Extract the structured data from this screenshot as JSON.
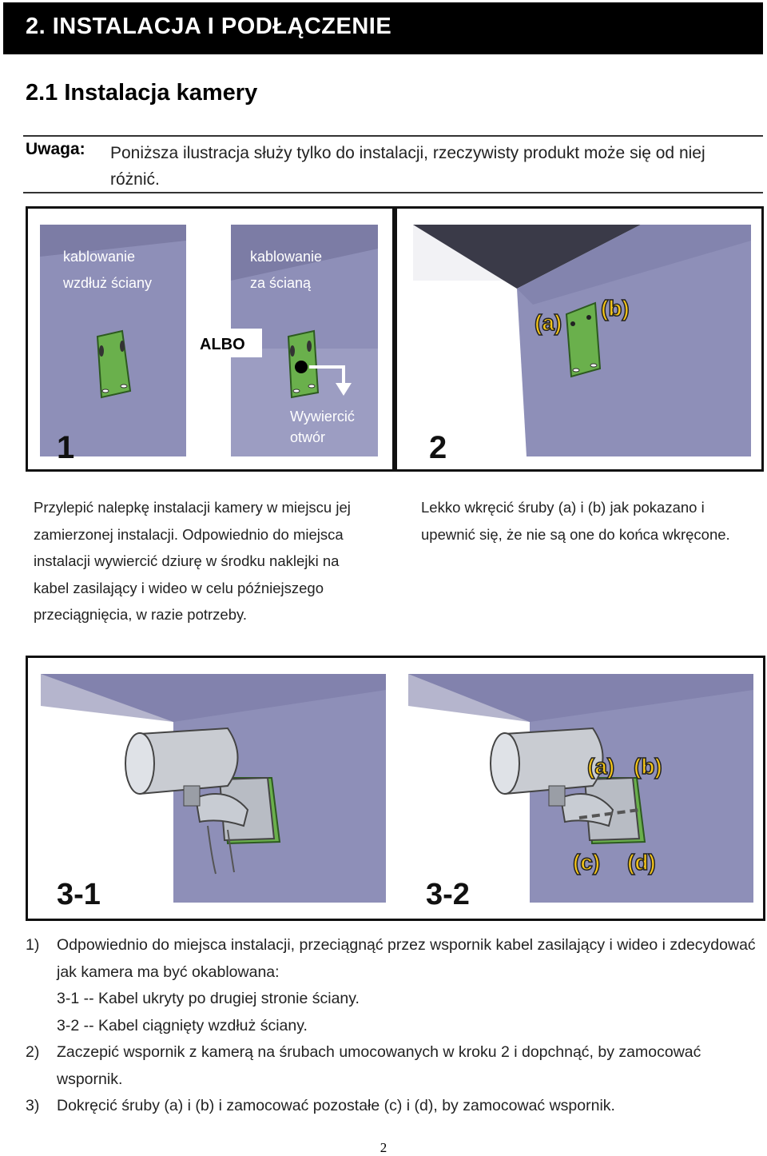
{
  "header": {
    "title": "2.  INSTALACJA  I  PODŁĄCZENIE"
  },
  "section": {
    "title": "2.1 Instalacja kamery"
  },
  "note": {
    "label": "Uwaga:",
    "line1": "Poniższa ilustracja służy tylko do instalacji, rzeczywisty produkt może się od niej",
    "line2": "różnić."
  },
  "figure1": {
    "left_label_1": "kablowanie",
    "left_label_2": "wzdłuż ściany",
    "mid_label_1": "kablowanie",
    "mid_label_2": "za ścianą",
    "or": "ALBO",
    "drill_1": "Wywiercić",
    "drill_2": "otwór",
    "step_left": "1",
    "step_right": "2",
    "screw_a": "(a)",
    "screw_b": "(b)"
  },
  "caption_left": [
    "Przylepić nalepkę instalacji kamery w miejscu jej",
    "zamierzonej instalacji. Odpowiednio do miejsca",
    "instalacji wywiercić dziurę w środku naklejki na",
    "kabel zasilający i wideo w celu późniejszego",
    "przeciągnięcia, w razie potrzeby."
  ],
  "caption_right": [
    "Lekko wkręcić śruby (a) i (b) jak pokazano i",
    "upewnić się, że nie są one do końca wkręcone."
  ],
  "figure2": {
    "step_left": "3-1",
    "step_right": "3-2",
    "a": "(a)",
    "b": "(b)",
    "c": "(c)",
    "d": "(d)"
  },
  "steps": [
    {
      "num": "1)",
      "text": "Odpowiednio do miejsca instalacji, przeciągnąć przez wspornik kabel zasilający i wideo i zdecydować"
    },
    {
      "num": "",
      "text": "jak kamera ma być okablowana:"
    },
    {
      "num": "",
      "text": "3-1 -- Kabel ukryty po drugiej stronie ściany."
    },
    {
      "num": "",
      "text": "3-2 -- Kabel ciągnięty wzdłuż ściany."
    },
    {
      "num": "2)",
      "text": "Zaczepić wspornik z kamerą na śrubach umocowanych w kroku 2 i dopchnąć, by zamocować"
    },
    {
      "num": "",
      "text": "wspornik."
    },
    {
      "num": "3)",
      "text": "Dokręcić śruby (a) i (b) i zamocować pozostałe (c) i (d), by zamocować wspornik."
    }
  ],
  "page_number": "2",
  "colors": {
    "wall": "#8e8fb8",
    "wall_light": "#a9aacb",
    "ceiling": "#3a3a48",
    "bracket_green": "#6ab04c",
    "label_yellow": "#f5c518"
  }
}
